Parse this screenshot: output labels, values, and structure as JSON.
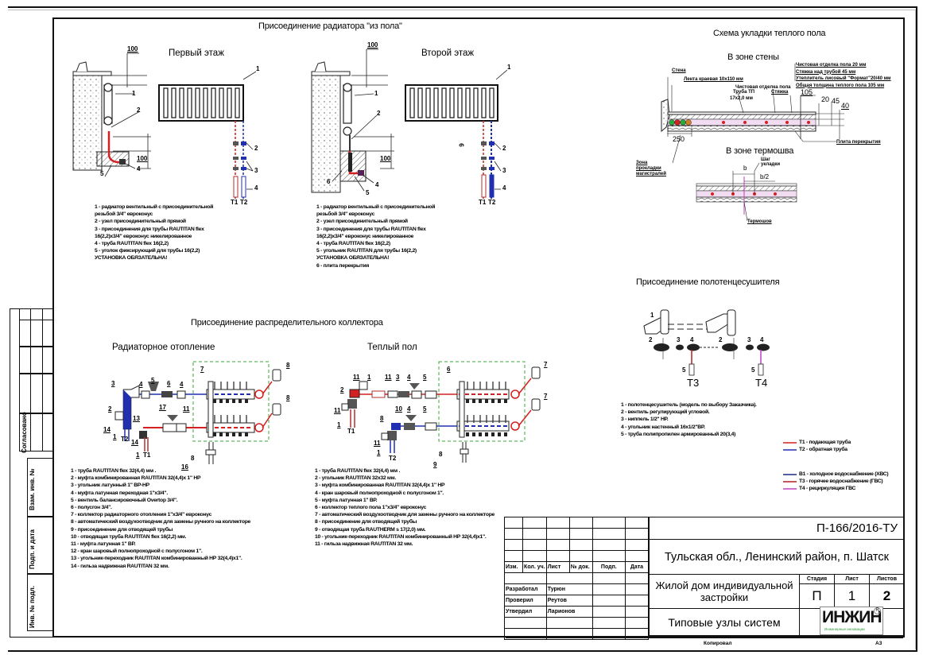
{
  "sheet": {
    "side_stamp": {
      "agreed": "Согласовано",
      "fields": [
        "Взам. инв. №",
        "Подп. и дата",
        "Инв. № подл."
      ]
    },
    "footer": {
      "copied": "Копировал",
      "format": "А3"
    }
  },
  "radiator_section": {
    "title": "Присоединение радиатора \"из пола\"",
    "first_floor": {
      "title": "Первый этаж",
      "dims": [
        "100",
        "100"
      ],
      "callouts": [
        "1",
        "2",
        "4",
        "5",
        "1",
        "2",
        "3",
        "4"
      ],
      "pipes": [
        "Т1",
        "Т2"
      ],
      "legend": [
        "1 - радиатор  вентильный с присоединительной",
        "резьбой 3/4\" евроконус",
        "2 - узел присоединительный прямой",
        "3 - присоединения для  трубы RAUTITAN flex",
        "16(2,2)x3/4\" евроконус никелированное",
        "4 - труба RAUTITAN flex 16(2,2)",
        "5 - уголок фиксирующий для трубы 16(2,2)",
        "УСТАНОВКА ОБЯЗАТЕЛЬНА!"
      ]
    },
    "second_floor": {
      "title": "Второй этаж",
      "dims": [
        "100",
        "100"
      ],
      "callouts": [
        "1",
        "2",
        "4",
        "5",
        "6",
        "1",
        "2",
        "3",
        "4",
        "6"
      ],
      "pipes": [
        "Т1",
        "Т2"
      ],
      "legend": [
        "1 - радиатор  вентильный с присоединительной",
        "резьбой 3/4\" евроконус",
        "2 - узел присоединительный прямой",
        "3 - присоединения для  трубы RAUTITAN flex",
        "16(2,2)x3/4\" евроконус никелированное",
        "4 - труба RAUTITAN flex 16(2,2)",
        "5 - угольник RAUTITAN для трубы 16(2,2)",
        "УСТАНОВКА ОБЯЗАТЕЛЬНА!",
        "6 - плита перекрытия"
      ]
    }
  },
  "floor_scheme": {
    "title": "Схема укладки теплого пола",
    "wall_zone": {
      "title": "В зоне стены",
      "labels": {
        "wall": "Стена",
        "edge_tape": "Лента краевая 10x110 мм",
        "pipe": "Труба ТП",
        "pipe_size": "17x2,0 мм",
        "finish": "Чистовая отделка пола",
        "screed": "Стяжка",
        "slab": "Плита перекрытия",
        "mains_zone": "Зона прокладки магистралей"
      },
      "notes": [
        "Чистовая отделка пола  20 мм",
        "Стяжка над трубой  45 мм",
        "Утеплитель лисовый \"Формат\"20/40 мм",
        "Общая толщина теплого пола  105 мм"
      ],
      "dims": [
        "105",
        "20",
        "45",
        "40",
        "250"
      ]
    },
    "seam_zone": {
      "title": "В зоне термошва",
      "labels": {
        "step": "Шаг укладки",
        "b": "b",
        "b_half": "b/2",
        "seam": "Термошов"
      }
    }
  },
  "towel_section": {
    "title": "Присоединение полотенцесушителя",
    "callouts": [
      "1",
      "2",
      "3",
      "4",
      "5",
      "2",
      "3",
      "4",
      "5"
    ],
    "pipes": [
      "Т3",
      "Т4"
    ],
    "legend": [
      "1 - полотенцесушитель (модель по выбору Заказчика).",
      "2 - вентиль регулирующий угловой.",
      "3 - ниппель 1/2\" НР.",
      "4 - угольник настенный 16x1/2\"ВР.",
      "5 - труба полипропилен армированный 20(3,4)"
    ]
  },
  "pipe_legend": {
    "heating": [
      {
        "code": "Т1",
        "text": "Т1 - подающая труба",
        "color": "#d42020"
      },
      {
        "code": "Т2",
        "text": "Т2 - обратная труба",
        "color": "#2030b0"
      }
    ],
    "water": [
      {
        "code": "В1",
        "text": "В1 - холодное водоснабжение (ХВС)",
        "color": "#1a2a80"
      },
      {
        "code": "Т3",
        "text": "Т3 - горячее водоснабжение (ГВС)",
        "color": "#b02020"
      },
      {
        "code": "Т4",
        "text": "Т4 - рециркуляция ГВС",
        "color": "#c040c0"
      }
    ]
  },
  "manifold_section": {
    "title": "Присоединение распределительного коллектора",
    "radiator": {
      "title": "Радиаторное отопление",
      "callouts": [
        "3",
        "4",
        "5",
        "6",
        "4",
        "7",
        "8",
        "8",
        "2",
        "14",
        "17",
        "11",
        "13",
        "1",
        "14",
        "1",
        "8",
        "16"
      ],
      "pipes": [
        "Т2",
        "Т1"
      ],
      "legend": [
        "1 - труба RAUTITAN flex 32(4,4) мм .",
        "2 - муфта комбинированная RAUTITAN 32(4,4)x 1\" НР",
        "3 - угольник латунный 1\" ВР-НР",
        "4 - муфта латунная переходная 1\"x3/4\".",
        "5 - вентиль балансировочный Overtop 3/4\".",
        "6 - полусгон 3/4\".",
        "7 - коллектор радиаторного отопления  1\"x3/4\" евроконус",
        "8 - автоматический воздухоотводчик для замены ручного на коллекторе",
        "9 - присоединение для отводящей трубы",
        "10 - отводящая труба RAUTITAN flex 16(2,2) мм.",
        "11 - муфта латунная 1\" ВР.",
        "12 - кран шаровый полнопроходной с полусгоном 1\".",
        "13 - угольник-переходник RAUTITAN комбинированный НР 32(4,4)x1\".",
        "14 - гильза надвижная RAUTITAN 32 мм."
      ]
    },
    "floor": {
      "title": "Теплый пол",
      "callouts": [
        "11",
        "1",
        "11",
        "3",
        "4",
        "5",
        "6",
        "7",
        "7",
        "2",
        "11",
        "10",
        "4",
        "5",
        "8",
        "11",
        "1",
        "1",
        "8",
        "9"
      ],
      "pipes": [
        "Т1",
        "Т2"
      ],
      "legend": [
        "1 - труба RAUTITAN flex 32(4,4) мм .",
        "2 - угольник RAUTITAN  32x32 мм.",
        "3 - муфта комбинированная RAUTITAN 32(4,4)x 1\" НР",
        "4 - кран шаровый полнопроходной с полусгоном 1\".",
        "5 - муфта латунная 1\" ВР.",
        "6 - коллектор теплого пола  1\"x3/4\" евроконус",
        "7 - автоматический воздухоотводчик для замены ручного на коллекторе",
        "8 - присоединение для отводящей трубы",
        "9 - отводящая труба RAUTHERM s 17(2,0) мм.",
        "10 - угольник-переходник RAUTITAN комбинированный НР 32(4,4)x1\".",
        "11 - гильза надвижная RAUTITAN 32 мм."
      ]
    }
  },
  "title_block": {
    "doc_code": "П-166/2016-ТУ",
    "location": "Тульская обл., Ленинский район, п. Шатск",
    "object": "Жилой дом индивидуальной застройки",
    "object_line1": "Жилой дом индивидуальной",
    "object_line2": "застройки",
    "sheet_title": "Типовые узлы систем",
    "columns": [
      "Изм.",
      "Кол. уч.",
      "Лист",
      "№ док.",
      "Подп.",
      "Дата"
    ],
    "signatures": [
      {
        "role": "Разработал",
        "name": "Турюн"
      },
      {
        "role": "Проверил",
        "name": "Реутов"
      },
      {
        "role": "Утвердил",
        "name": "Ларионов"
      }
    ],
    "stage_label": "Стадия",
    "sheet_label": "Лист",
    "sheets_label": "Листов",
    "stage": "П",
    "sheet": "1",
    "sheets": "2",
    "logo": {
      "text": "ИНЖИН",
      "subtitle": "Инженерные инновации",
      "mark": "R",
      "color": "#111111",
      "accent": "#2a9a3a"
    }
  }
}
